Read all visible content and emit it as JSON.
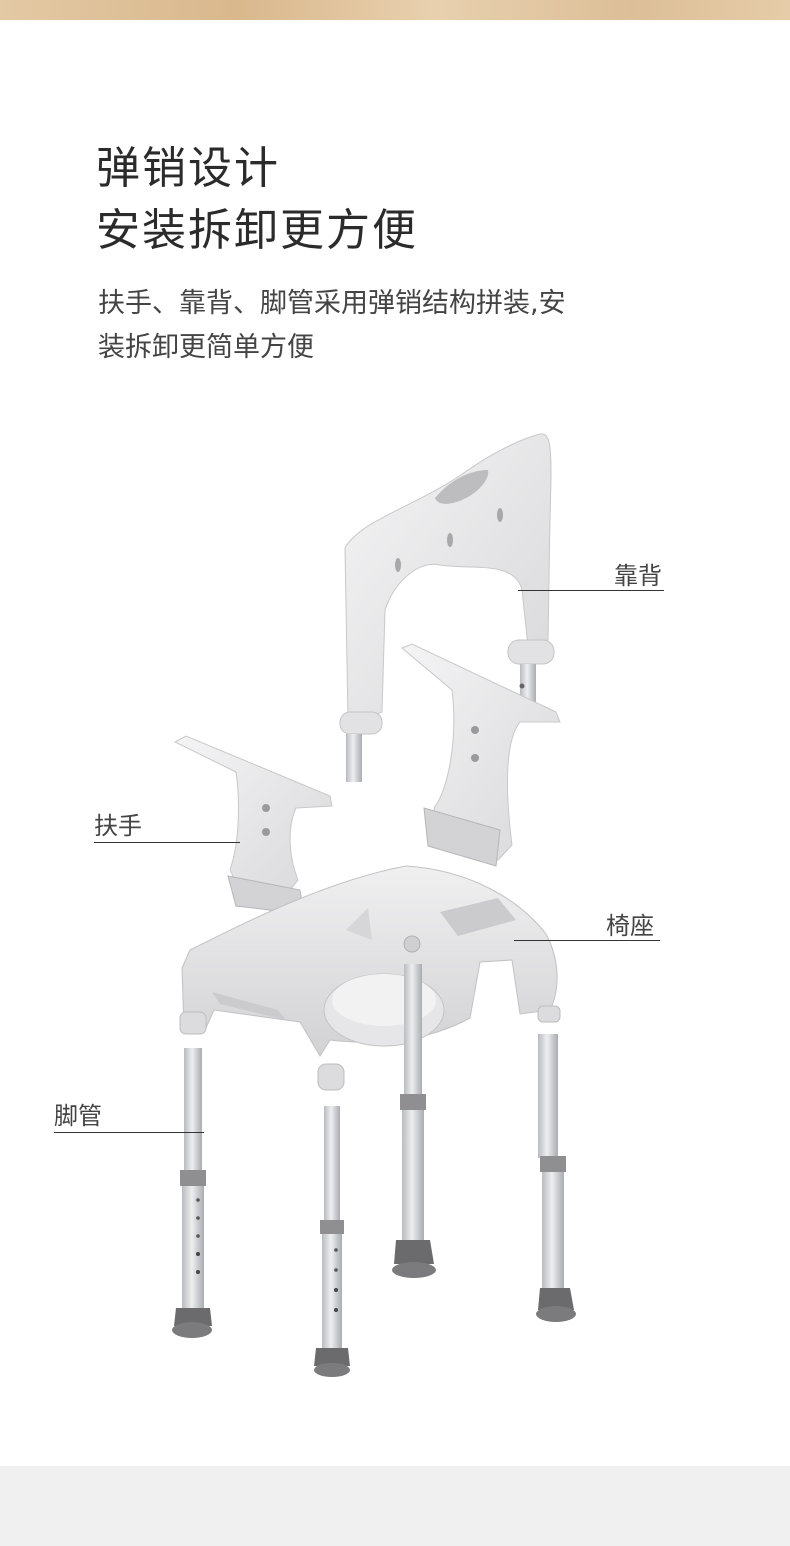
{
  "headline": {
    "line1": "弹销设计",
    "line2": "安装拆卸更方便"
  },
  "description": {
    "line1": "扶手、靠背、脚管采用弹销结构拼装,安",
    "line2": "装拆卸更简单方便"
  },
  "callouts": {
    "backrest": "靠背",
    "armrest": "扶手",
    "seat": "椅座",
    "legs": "脚管"
  },
  "colors": {
    "plastic": "#e9e9ea",
    "plastic_shadow": "#cfcfd1",
    "aluminum": "#d4d6d9",
    "rubber": "#6b6b6d"
  }
}
